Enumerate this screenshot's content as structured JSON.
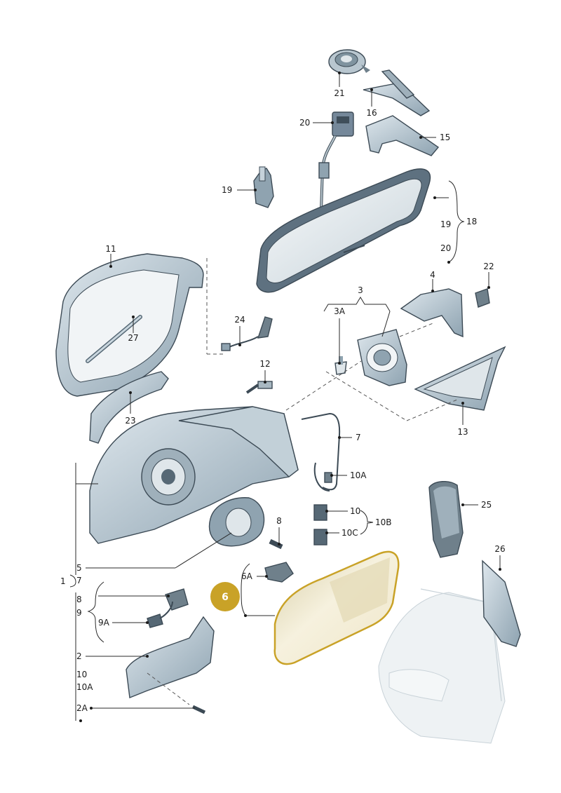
{
  "callouts": {
    "c21": "21",
    "c16": "16",
    "c20": "20",
    "c15": "15",
    "c19a": "19",
    "c19b": "19",
    "c18": "18",
    "c20b": "20",
    "c11": "11",
    "c27": "27",
    "c4": "4",
    "c22": "22",
    "c3": "3",
    "c3a": "3A",
    "c24": "24",
    "c12": "12",
    "c23": "23",
    "c13": "13",
    "c7": "7",
    "c10a_top": "10A",
    "c10": "10",
    "c10b": "10B",
    "c10c": "10C",
    "c8": "8",
    "c25": "25",
    "c5": "5",
    "c7b": "7",
    "c1": "1",
    "c8b": "8",
    "c9": "9",
    "c9a": "9A",
    "c6a": "6A",
    "c26": "26",
    "c2": "2",
    "c10b_list": "10",
    "c10a_list": "10A",
    "c2a": "2A"
  },
  "highlight": {
    "label": "6",
    "color": "#c9a227"
  },
  "colors": {
    "part_fill": "#c9d6de",
    "part_dark": "#8fa4b2",
    "mirror_glass": "#eef2f4",
    "highlight_glass": "#efe6c8",
    "highlight_edge": "#c9a227",
    "door_ghost": "#e9eef1"
  }
}
